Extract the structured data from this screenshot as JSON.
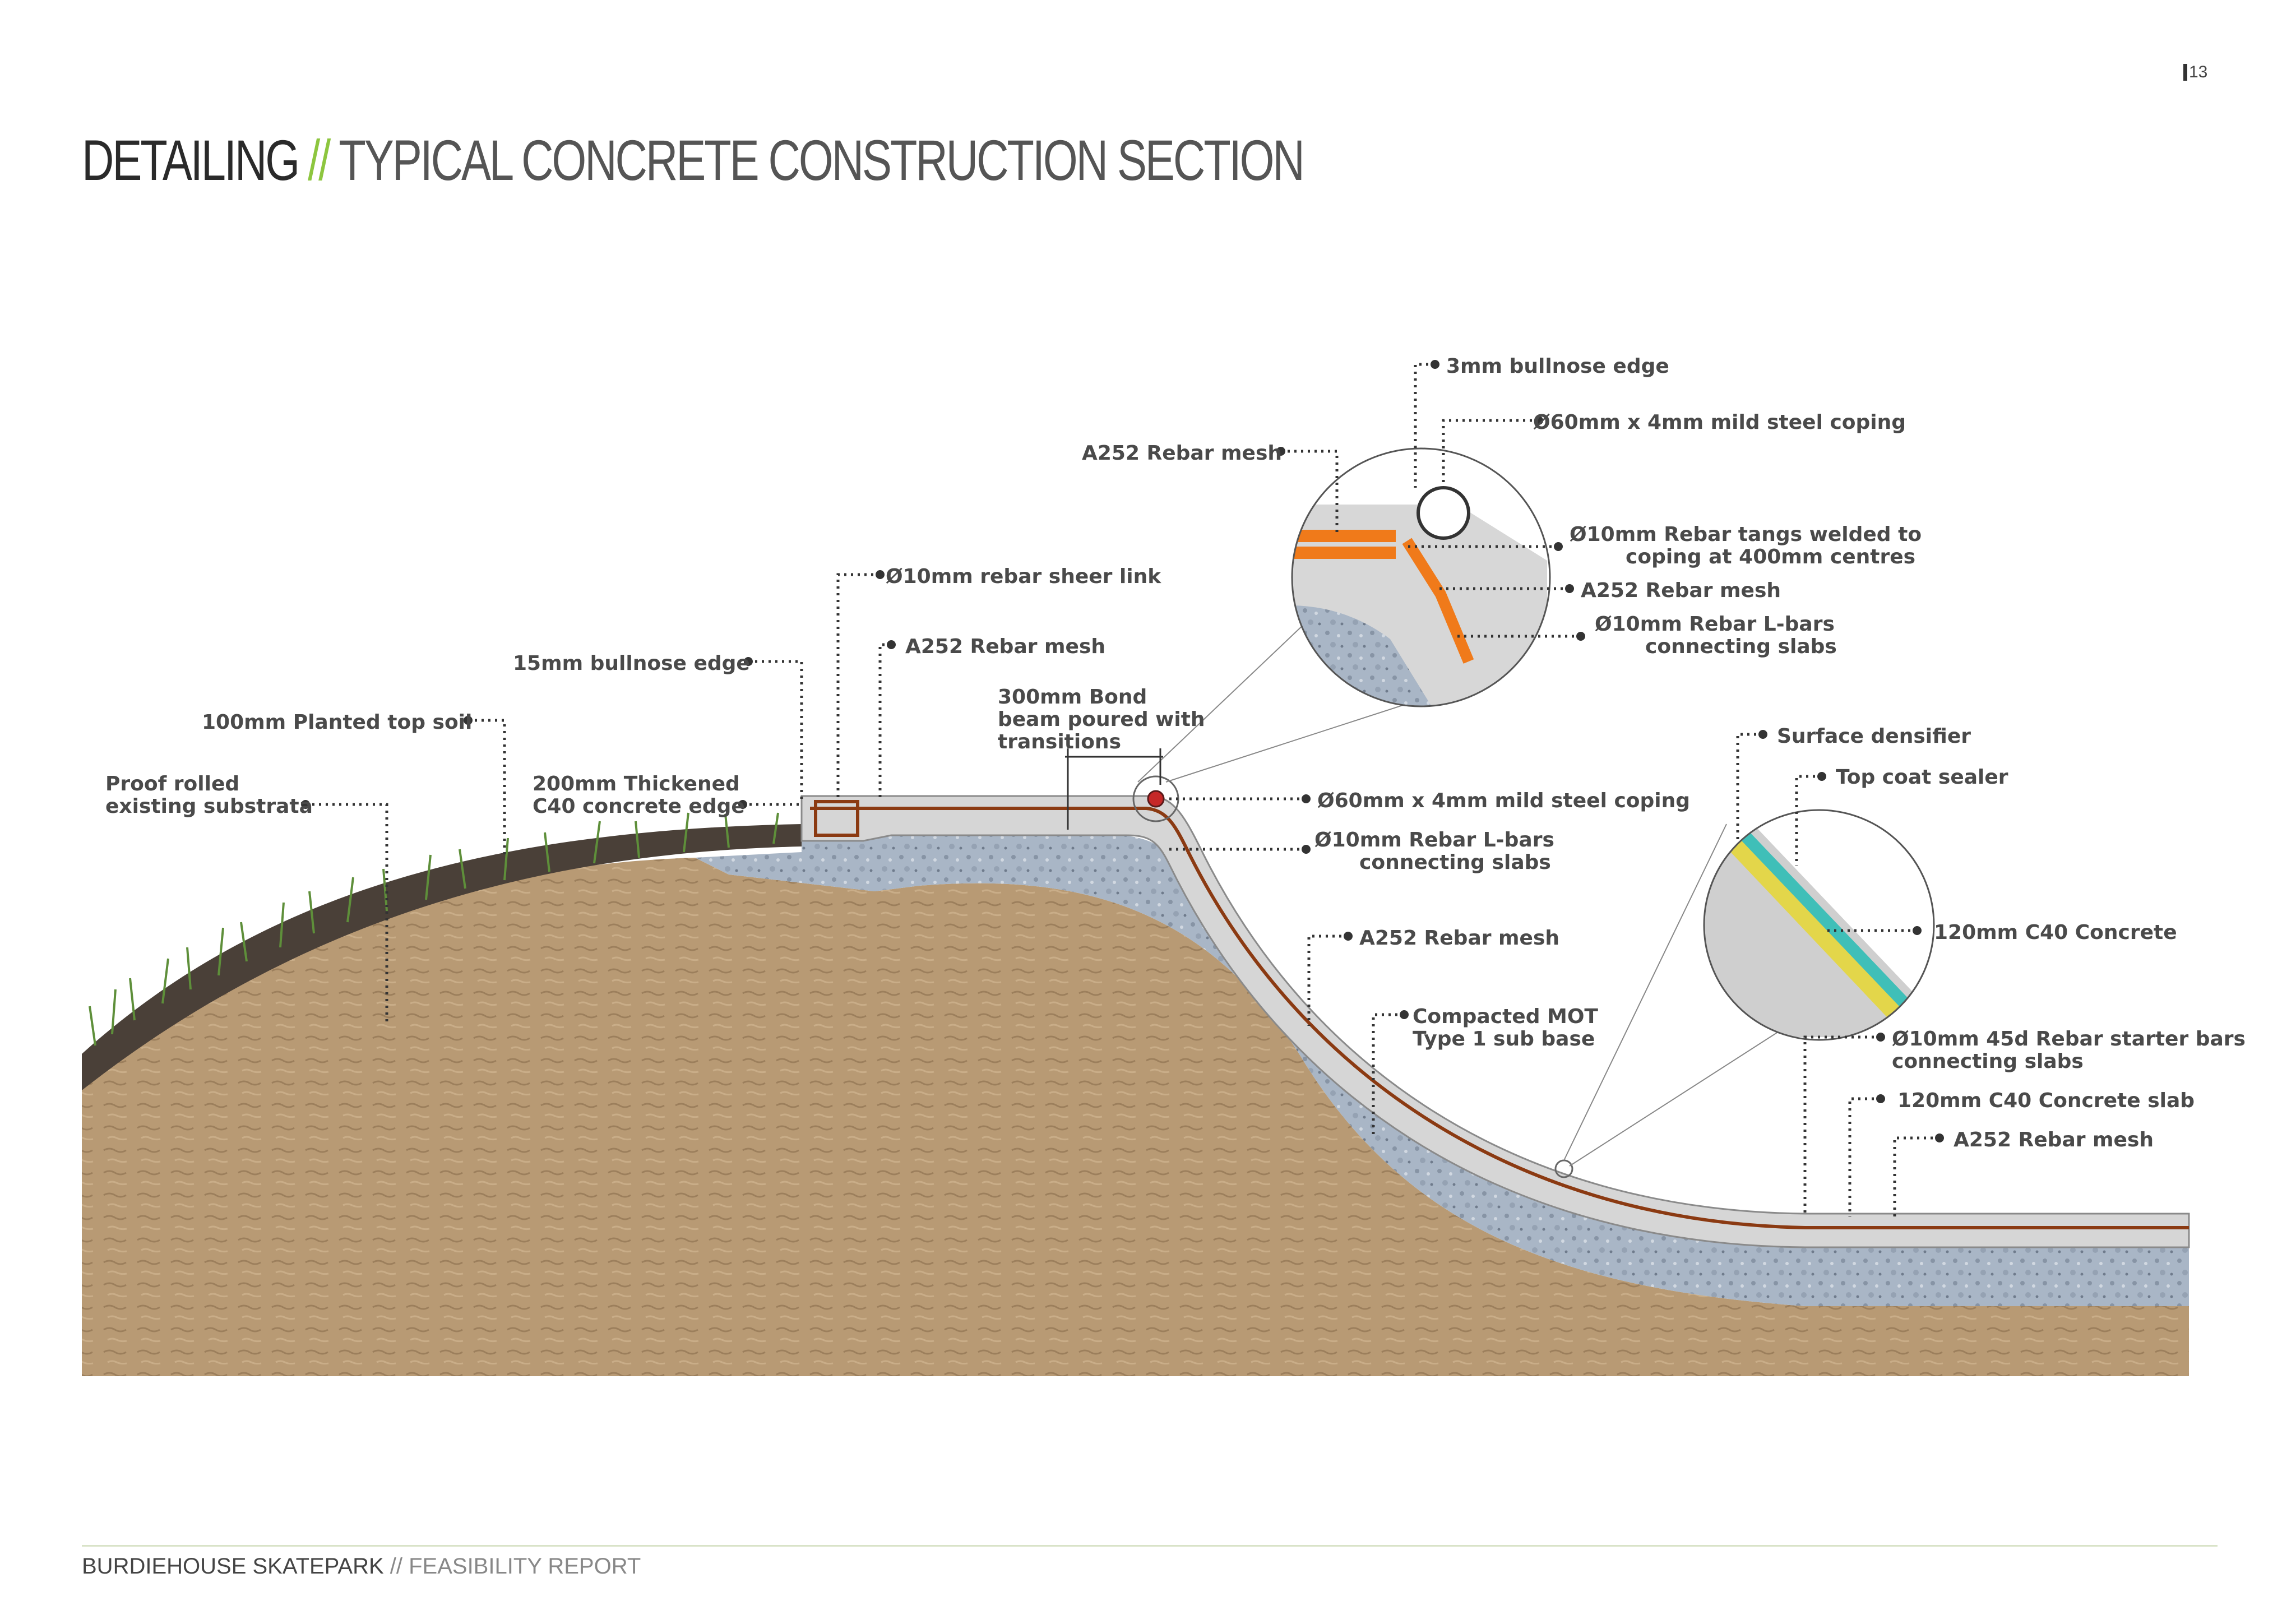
{
  "page_number": "13",
  "title": {
    "main": "DETAILING",
    "separator": "//",
    "subtitle": "TYPICAL CONCRETE CONSTRUCTION SECTION"
  },
  "labels": {
    "bullnose_3mm": "3mm bullnose edge",
    "coping_detail": "Ø60mm x 4mm mild steel coping",
    "rebar_mesh_detail": "A252 Rebar mesh",
    "tangs_line1": "Ø10mm Rebar tangs welded to",
    "tangs_line2": "coping at 400mm centres",
    "rebar_mesh_detail2": "A252 Rebar mesh",
    "lbars_detail_line1": "Ø10mm Rebar L-bars",
    "lbars_detail_line2": "connecting slabs",
    "sheer_link": "Ø10mm rebar sheer link",
    "rebar_mesh_deck": "A252 Rebar mesh",
    "bullnose_15mm": "15mm bullnose edge",
    "bond_beam_line1": "300mm Bond",
    "bond_beam_line2": "beam poured with",
    "bond_beam_line3": "transitions",
    "top_soil": "100mm Planted top soil",
    "substrata_line1": "Proof rolled",
    "substrata_line2": "existing substrata",
    "thickened_line1": "200mm Thickened",
    "thickened_line2": "C40 concrete edge",
    "coping_main": "Ø60mm x 4mm mild steel coping",
    "lbars_main_line1": "Ø10mm Rebar L-bars",
    "lbars_main_line2": "connecting slabs",
    "surface_densifier": "Surface densifier",
    "top_coat": "Top coat sealer",
    "concrete_120": "120mm C40 Concrete",
    "rebar_mesh_trans": "A252 Rebar mesh",
    "mot_line1": "Compacted MOT",
    "mot_line2": "Type 1 sub base",
    "starter_line1": "Ø10mm 45d Rebar starter bars",
    "starter_line2": "connecting slabs",
    "slab_120": "120mm C40 Concrete slab",
    "rebar_mesh_flat": "A252 Rebar mesh"
  },
  "footer": {
    "project": "BURDIEHOUSE SKATEPARK",
    "separator": " // ",
    "report": "FEASIBILITY REPORT"
  },
  "colors": {
    "accent": "#8dc63f",
    "soil": "#b89a74",
    "gravel": "#a9b6c6",
    "concrete": "#d6d6d6",
    "rebar": "#8b3a12",
    "rebar_orange": "#f07a1a",
    "sealer": "#3fbfb8",
    "densifier": "#e3d64a",
    "grass": "#5e8f3a"
  }
}
